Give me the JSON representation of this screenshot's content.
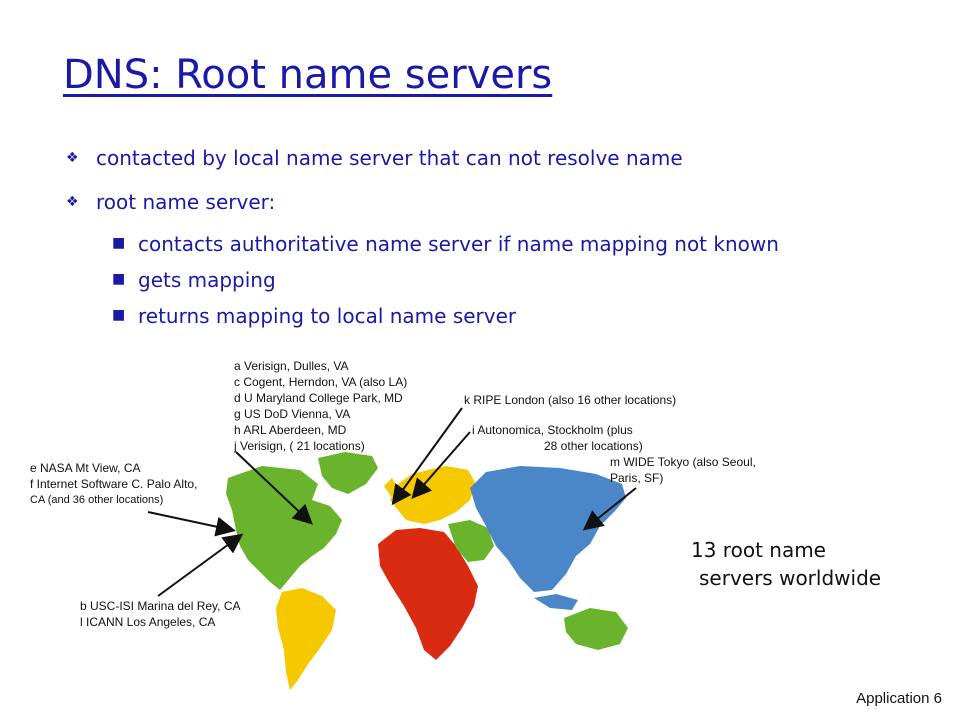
{
  "slide": {
    "title": "DNS: Root name servers",
    "bullets": {
      "b1": "contacted by local name server that can not resolve name",
      "b2": "root name server:",
      "b2_1": "contacts authoritative name server if name mapping not known",
      "b2_2": "gets mapping",
      "b2_3": "returns mapping to local name server"
    },
    "markers": {
      "level1": "❖",
      "level2": "■"
    },
    "labels": {
      "east_us": [
        "a Verisign, Dulles, VA",
        "c Cogent, Herndon, VA (also LA)",
        "d U Maryland College Park, MD",
        "g US DoD Vienna, VA",
        "h ARL Aberdeen, MD",
        "j  Verisign, ( 21 locations)"
      ],
      "west_us": [
        "e NASA Mt View, CA",
        "f  Internet Software C. Palo Alto,",
        "CA (and 36 other locations)"
      ],
      "la": [
        "b USC-ISI Marina del Rey, CA",
        "l  ICANN Los Angeles, CA"
      ],
      "london": "k RIPE London (also 16 other locations)",
      "stockholm": [
        "i Autonomica, Stockholm (plus",
        "28 other locations)"
      ],
      "tokyo": [
        "m WIDE Tokyo (also Seoul,",
        "Paris, SF)"
      ]
    },
    "summary": [
      "13 root name",
      "servers worldwide"
    ],
    "footer": {
      "section": "Application",
      "page": "6"
    },
    "colors": {
      "title": "#1a1aa6",
      "americas_north": "#6ab42d",
      "americas_south": "#f5c800",
      "europe": "#f5c800",
      "africa": "#d92b12",
      "asia": "#4a86c8",
      "australia": "#6ab42d",
      "middle_east": "#6ab42d"
    }
  }
}
